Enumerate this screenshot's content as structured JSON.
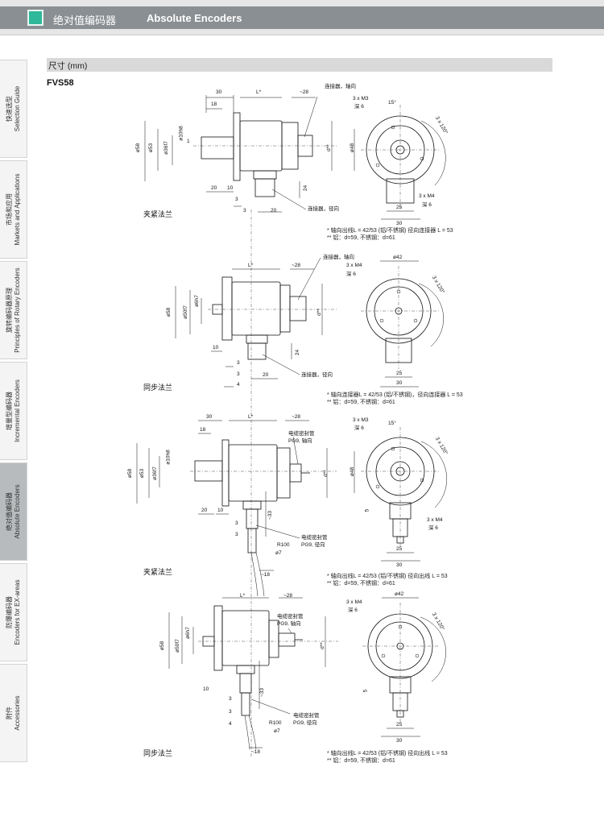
{
  "header": {
    "title_cn": "绝对值编码器",
    "title_en": "Absolute Encoders",
    "accent_color": "#2fb89a"
  },
  "sidebar": {
    "items": [
      {
        "cn": "快速选型",
        "en": "Selection Guide",
        "active": false
      },
      {
        "cn": "市场和应用",
        "en": "Markets and Applications",
        "active": false
      },
      {
        "cn": "旋转编码器原理",
        "en": "Principles of Rotary Encoders",
        "active": false
      },
      {
        "cn": "增量型编码器",
        "en": "Incremental Encoders",
        "active": false
      },
      {
        "cn": "绝对值编码器",
        "en": "Absolute Encoders",
        "active": true
      },
      {
        "cn": "防爆编码器",
        "en": "Encoders for EX-areas",
        "active": false
      },
      {
        "cn": "附件",
        "en": "Accessories",
        "active": false
      }
    ]
  },
  "section": {
    "title": "尺寸 (mm)",
    "model": "FVS58"
  },
  "drawings": [
    {
      "flange": "夹紧法兰",
      "labels": {
        "top_connector": "连接器，轴向",
        "bottom_connector": "连接器，径向",
        "holes_top": "3 x M3",
        "holes_top_depth": "深 6",
        "holes_bottom": "3 x M4",
        "holes_bottom_depth": "深 6",
        "angle": "15°",
        "pitch": "3 x 120°"
      },
      "dims": {
        "d1": "30",
        "d2": "L*",
        "d3": "~28",
        "d4": "18",
        "d5": "20",
        "d6": "10",
        "d7": "3",
        "d8": "3",
        "d9": "20",
        "d10": "24",
        "d11": "ø58",
        "d12": "ø53",
        "d13": "ø36f7",
        "d14": "ø10h8",
        "d15": "1",
        "d16": "d**",
        "d17": "ø48",
        "d18": "25",
        "d19": "30"
      },
      "notes": [
        "* 轴向出线L = 42/53 (铝/不锈钢)  径向连接器 L = 53",
        "** 铝：d=59, 不锈钢：d=61"
      ]
    },
    {
      "flange": "同步法兰",
      "labels": {
        "top_connector": "连接器，轴向",
        "bottom_connector": "连接器，径向",
        "holes_top": "3 x M4",
        "holes_top_depth": "深 6",
        "pitch": "3 x 120°"
      },
      "dims": {
        "d1": "L*",
        "d2": "~28",
        "d3": "ø42",
        "d4": "ø58",
        "d5": "ø50f7",
        "d6": "ø6h7",
        "d7": "10",
        "d8": "3",
        "d9": "3",
        "d10": "4",
        "d11": "20",
        "d12": "24",
        "d13": "d**",
        "d14": "25",
        "d15": "30"
      },
      "notes": [
        "* 轴向连接器L = 42/53 (铝/不锈钢)，径向连接器 L = 53",
        "** 铝：d=59, 不锈钢：d=61"
      ]
    },
    {
      "flange": "夹紧法兰",
      "labels": {
        "top_gland": "电缆密封管",
        "top_gland_2": "PG9, 轴向",
        "bottom_gland": "电缆密封管",
        "bottom_gland_2": "PG9, 径向",
        "holes_top": "3 x M3",
        "holes_top_depth": "深 6",
        "holes_bottom": "3 x M4",
        "holes_bottom_depth": "深 6",
        "angle": "15°",
        "pitch": "3 x 120°"
      },
      "dims": {
        "d1": "30",
        "d2": "L*",
        "d3": "~28",
        "d4": "18",
        "d5": "ø58",
        "d6": "ø53",
        "d7": "ø36f7",
        "d8": "ø10h8",
        "d9": "20",
        "d10": "10",
        "d11": "3",
        "d12": "3",
        "d13": "~33",
        "d14": "R100",
        "d15": "ø7",
        "d16": "~18",
        "d17": "d**",
        "d18": "ø48",
        "d19": "5",
        "d20": "25",
        "d21": "30"
      },
      "notes": [
        "* 轴向出线L = 42/53 (铝/不锈钢)  径向出线 L = 53",
        "** 铝：d=59, 不锈钢：d=61"
      ]
    },
    {
      "flange": "同步法兰",
      "labels": {
        "top_gland": "电缆密封管",
        "top_gland_2": "PG9, 轴向",
        "bottom_gland": "电缆密封管",
        "bottom_gland_2": "PG9, 径向",
        "holes_top": "3 x M4",
        "holes_top_depth": "深 6",
        "pitch": "3 x 120°"
      },
      "dims": {
        "d1": "L*",
        "d2": "~28",
        "d3": "ø42",
        "d4": "ø58",
        "d5": "ø50f7",
        "d6": "ø6h7",
        "d7": "10",
        "d8": "3",
        "d9": "3",
        "d10": "4",
        "d11": "~33",
        "d12": "R100",
        "d13": "ø7",
        "d14": "~18",
        "d15": "d**",
        "d16": "5",
        "d17": "25",
        "d18": "30"
      },
      "notes": [
        "* 轴向出线L = 42/53 (铝/不锈钢)  径向出线 L = 53",
        "** 铝：d=59, 不锈钢：d=61"
      ]
    }
  ]
}
